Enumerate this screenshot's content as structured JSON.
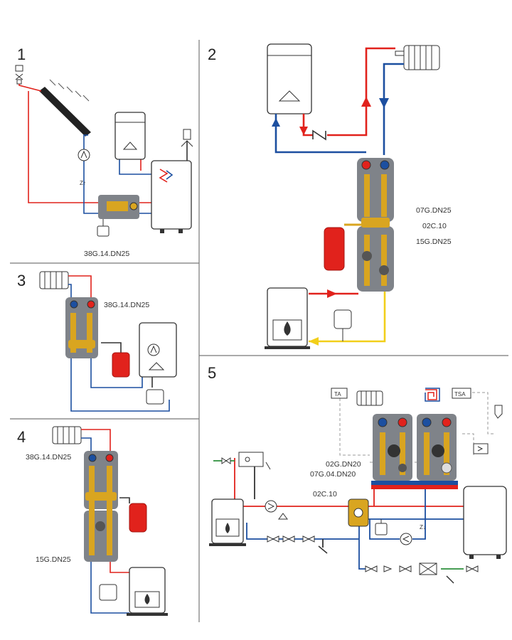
{
  "sections": [
    {
      "number": "1",
      "codes": [
        "38G.14.DN25"
      ]
    },
    {
      "number": "2",
      "codes": [
        "07G.DN25",
        "02C.10",
        "15G.DN25"
      ]
    },
    {
      "number": "3",
      "codes": [
        "38G.14.DN25"
      ]
    },
    {
      "number": "4",
      "codes": [
        "38G.14.DN25",
        "15G.DN25"
      ]
    },
    {
      "number": "5",
      "codes": [
        "02G.DN20",
        "07G.04.DN20",
        "02C.10"
      ],
      "tags": [
        "TA",
        "TSA"
      ]
    }
  ],
  "colors": {
    "hot": "#e1221c",
    "cold": "#1c4fa0",
    "yellow": "#f2cf1a",
    "green": "#2d8f3c",
    "brass": "#d9a520",
    "module": "#8a8e93"
  }
}
